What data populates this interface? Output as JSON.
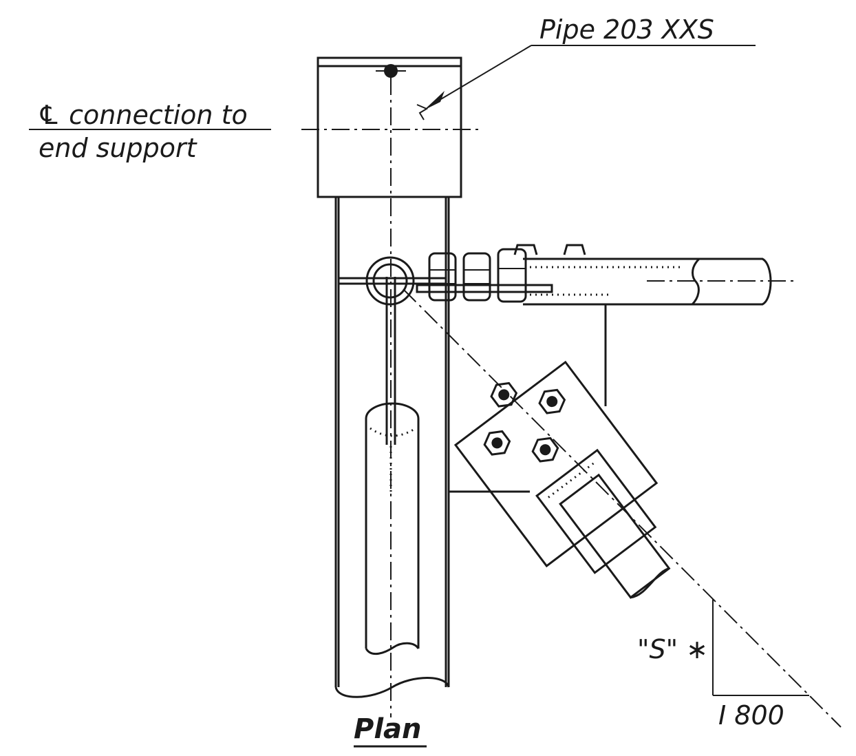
{
  "labels": {
    "pipe": "Pipe 203 XXS",
    "connection_line1": "℄ connection to",
    "connection_line2": "end support",
    "slope_rise": "\"S\" ∗",
    "slope_run": "I 800",
    "view_title": "Plan"
  },
  "colors": {
    "ink": "#1a1a1a",
    "paper": "#ffffff"
  }
}
